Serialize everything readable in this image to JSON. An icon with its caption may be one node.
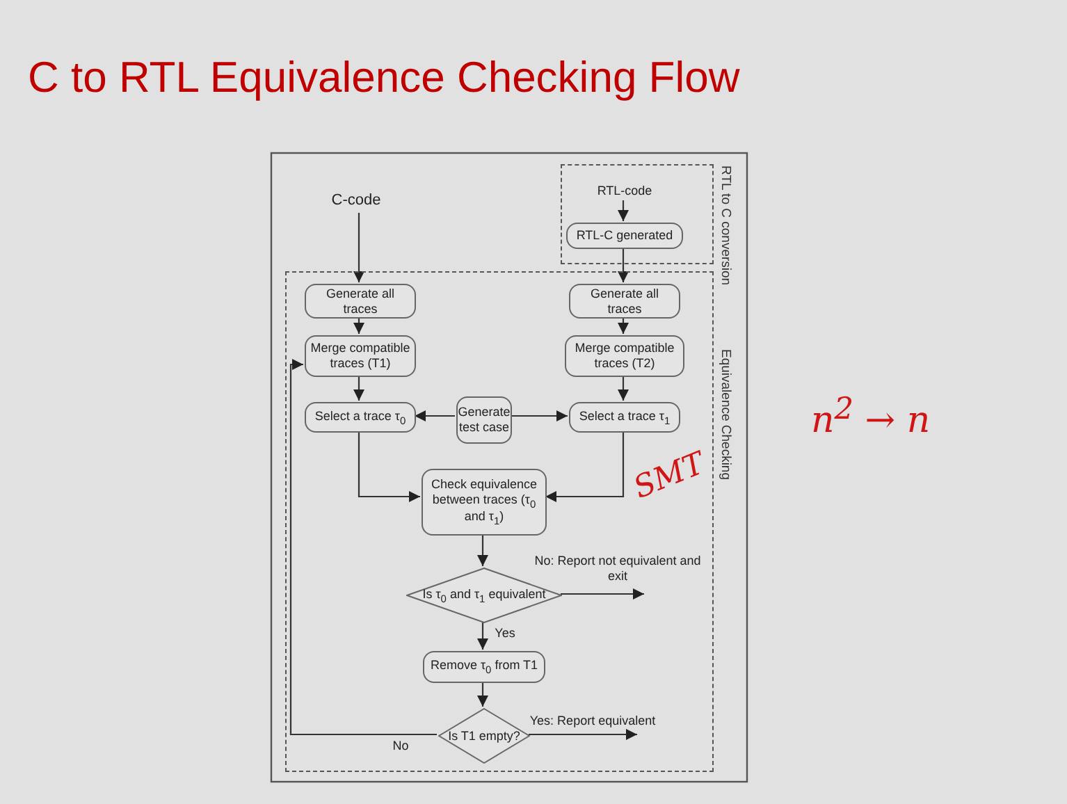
{
  "diagram": {
    "title": "C to RTL Equivalence Checking Flow",
    "nodes": [
      {
        "text": [
          "RTL to C conversion"
        ]
      },
      {
        "text": [
          "RTL-code"
        ],
        "in": 0
      },
      {
        "text": [
          "RTL-C generated"
        ],
        "in": 0
      },
      {
        "text": [
          "Equivalence Checking"
        ]
      },
      {
        "text": [
          "C-code"
        ]
      },
      {
        "text": [
          "Generate all traces"
        ],
        "in": 3
      },
      {
        "text": [
          "Generate all traces"
        ],
        "in": 3
      },
      {
        "text": [
          "Merge compatible traces (T1)"
        ],
        "in": 3
      },
      {
        "text": [
          "Merge compatible traces (T2)"
        ],
        "in": 3
      },
      {
        "text": [
          "Select a trace τ$_{0}$"
        ],
        "in": 3
      },
      {
        "text": [
          "Generate test case"
        ],
        "in": 3
      },
      {
        "text": [
          "Select a trace τ$_{1}$"
        ],
        "in": 3
      },
      {
        "text": [
          "Check equivalence between traces (τ$_{0}$ and τ$_{1}$)"
        ],
        "in": 3
      },
      {
        "text": [
          "Is τ$_{0}$ and τ$_{1}$ equivalent"
        ],
        "in": 3
      },
      {
        "text": [
          "Remove τ$_{0}$ from T1"
        ],
        "in": 3
      },
      {
        "text": [
          "Is T1 empty?"
        ],
        "in": 3
      }
    ],
    "edges": [
      {
        "from": 1,
        "to": 2,
        "arrow": "to"
      },
      {
        "from": 4,
        "to": 5,
        "arrow": "to"
      },
      {
        "from": 2,
        "to": 6,
        "arrow": "to"
      },
      {
        "from": 5,
        "to": 7,
        "arrow": "to"
      },
      {
        "from": 6,
        "to": 8,
        "arrow": "to"
      },
      {
        "from": 7,
        "to": 9,
        "arrow": "to"
      },
      {
        "from": 8,
        "to": 11,
        "arrow": "to"
      },
      {
        "from": 10,
        "to": 9,
        "arrow": "to"
      },
      {
        "from": 10,
        "to": 11,
        "arrow": "to"
      },
      {
        "from": 9,
        "to": 12,
        "arrow": "to"
      },
      {
        "from": 11,
        "to": 12,
        "arrow": "to"
      },
      {
        "from": 12,
        "to": 13,
        "arrow": "to"
      },
      {
        "from": 13,
        "to": null,
        "arrow": "to",
        "label": "No: Report not equivalent and exit"
      },
      {
        "from": 13,
        "to": 14,
        "arrow": "to",
        "label": "Yes"
      },
      {
        "from": 14,
        "to": 15,
        "arrow": "to"
      },
      {
        "from": 15,
        "to": null,
        "arrow": "to",
        "label": "Yes: Report equivalent"
      },
      {
        "from": 15,
        "to": 7,
        "arrow": "to",
        "label": "No"
      }
    ],
    "labels": [
      "SMT",
      "n$^{2}$ → n"
    ]
  }
}
